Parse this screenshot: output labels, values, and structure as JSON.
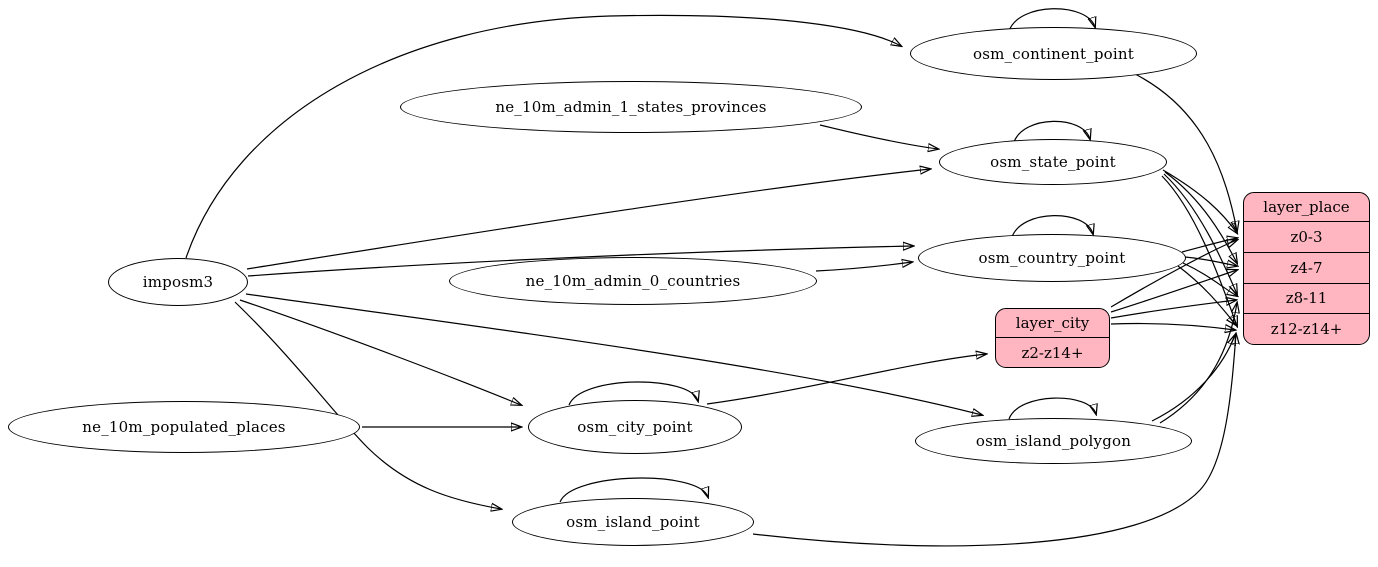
{
  "colors": {
    "background": "#ffffff",
    "ellipse_fill": "#ffffff",
    "record_fill": "#ffb6c1",
    "stroke": "#000000"
  },
  "nodes": {
    "imposm3": {
      "label": "imposm3"
    },
    "ne_10m_populated_places": {
      "label": "ne_10m_populated_places"
    },
    "ne_10m_admin_1_states_provinces": {
      "label": "ne_10m_admin_1_states_provinces"
    },
    "ne_10m_admin_0_countries": {
      "label": "ne_10m_admin_0_countries"
    },
    "osm_continent_point": {
      "label": "osm_continent_point"
    },
    "osm_state_point": {
      "label": "osm_state_point"
    },
    "osm_country_point": {
      "label": "osm_country_point"
    },
    "osm_city_point": {
      "label": "osm_city_point"
    },
    "osm_island_polygon": {
      "label": "osm_island_polygon"
    },
    "osm_island_point": {
      "label": "osm_island_point"
    }
  },
  "records": {
    "layer_city": {
      "title": "layer_city",
      "rows": [
        {
          "label": "z2-z14+"
        }
      ]
    },
    "layer_place": {
      "title": "layer_place",
      "rows": [
        {
          "label": "z0-3"
        },
        {
          "label": "z4-7"
        },
        {
          "label": "z8-11"
        },
        {
          "label": "z12-z14+"
        }
      ]
    }
  },
  "edges": [
    {
      "from": "imposm3",
      "to": "osm_continent_point"
    },
    {
      "from": "imposm3",
      "to": "osm_state_point"
    },
    {
      "from": "imposm3",
      "to": "osm_country_point"
    },
    {
      "from": "imposm3",
      "to": "osm_city_point"
    },
    {
      "from": "imposm3",
      "to": "osm_island_polygon"
    },
    {
      "from": "imposm3",
      "to": "osm_island_point"
    },
    {
      "from": "ne_10m_admin_1_states_provinces",
      "to": "osm_state_point"
    },
    {
      "from": "ne_10m_admin_0_countries",
      "to": "osm_country_point"
    },
    {
      "from": "ne_10m_populated_places",
      "to": "osm_city_point"
    },
    {
      "from": "osm_continent_point",
      "to": "osm_continent_point"
    },
    {
      "from": "osm_state_point",
      "to": "osm_state_point"
    },
    {
      "from": "osm_country_point",
      "to": "osm_country_point"
    },
    {
      "from": "osm_city_point",
      "to": "osm_city_point"
    },
    {
      "from": "osm_island_polygon",
      "to": "osm_island_polygon"
    },
    {
      "from": "osm_island_point",
      "to": "osm_island_point"
    },
    {
      "from": "osm_city_point",
      "to": "layer_city:z2-z14+"
    },
    {
      "from": "osm_continent_point",
      "to": "layer_place:z0-3"
    },
    {
      "from": "osm_state_point",
      "to": "layer_place:z0-3"
    },
    {
      "from": "osm_state_point",
      "to": "layer_place:z4-7"
    },
    {
      "from": "osm_state_point",
      "to": "layer_place:z8-11"
    },
    {
      "from": "osm_state_point",
      "to": "layer_place:z12-z14+"
    },
    {
      "from": "osm_country_point",
      "to": "layer_place:z0-3"
    },
    {
      "from": "osm_country_point",
      "to": "layer_place:z4-7"
    },
    {
      "from": "osm_country_point",
      "to": "layer_place:z8-11"
    },
    {
      "from": "osm_country_point",
      "to": "layer_place:z12-z14+"
    },
    {
      "from": "layer_city",
      "to": "layer_place:z0-3"
    },
    {
      "from": "layer_city",
      "to": "layer_place:z4-7"
    },
    {
      "from": "layer_city",
      "to": "layer_place:z8-11"
    },
    {
      "from": "layer_city",
      "to": "layer_place:z12-z14+"
    },
    {
      "from": "osm_island_polygon",
      "to": "layer_place:z8-11"
    },
    {
      "from": "osm_island_polygon",
      "to": "layer_place:z12-z14+"
    },
    {
      "from": "osm_island_point",
      "to": "layer_place:z12-z14+"
    }
  ]
}
